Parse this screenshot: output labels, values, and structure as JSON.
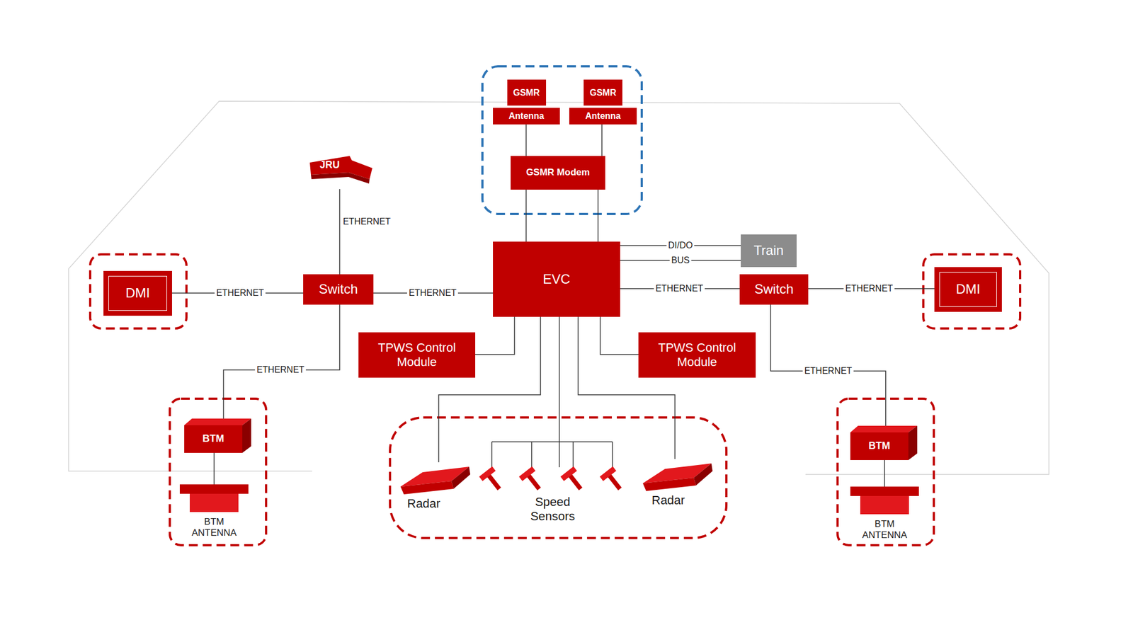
{
  "diagram": {
    "nodes": [
      {
        "text": [
          "GSMR",
          "Antenna"
        ]
      },
      {
        "text": [
          "GSMR",
          "Antenna"
        ]
      },
      {
        "text": [
          "GSMR Modem"
        ]
      },
      {
        "text": [
          "JRU"
        ]
      },
      {
        "text": [
          "DMI"
        ]
      },
      {
        "text": [
          "Switch"
        ]
      },
      {
        "text": [
          "EVC"
        ]
      },
      {
        "text": [
          "Train"
        ]
      },
      {
        "text": [
          "Switch"
        ]
      },
      {
        "text": [
          "DMI"
        ]
      },
      {
        "text": [
          "TPWS Control Module"
        ]
      },
      {
        "text": [
          "TPWS Control Module"
        ]
      },
      {
        "text": [
          "BTM"
        ]
      },
      {
        "text": [
          "BTM ANTENNA"
        ]
      },
      {
        "text": [
          "Radar"
        ]
      },
      {
        "text": [
          "Speed Sensors"
        ]
      },
      {
        "text": [
          "Radar"
        ]
      },
      {
        "text": [
          "BTM"
        ]
      },
      {
        "text": [
          "BTM ANTENNA"
        ]
      }
    ],
    "edges": [
      {
        "from": 0,
        "to": 2,
        "arrow": "none"
      },
      {
        "from": 1,
        "to": 2,
        "arrow": "none"
      },
      {
        "from": 2,
        "to": 6,
        "arrow": "none"
      },
      {
        "from": 2,
        "to": 6,
        "arrow": "none"
      },
      {
        "from": 3,
        "to": 5,
        "label": "ETHERNET",
        "arrow": "none"
      },
      {
        "from": 4,
        "to": 5,
        "label": "ETHERNET",
        "arrow": "none"
      },
      {
        "from": 5,
        "to": 6,
        "label": "ETHERNET",
        "arrow": "none"
      },
      {
        "from": 5,
        "to": 12,
        "label": "ETHERNET",
        "arrow": "none"
      },
      {
        "from": 6,
        "to": 7,
        "label": "DI/DO",
        "arrow": "none"
      },
      {
        "from": 6,
        "to": 7,
        "label": "BUS",
        "arrow": "none"
      },
      {
        "from": 6,
        "to": 8,
        "label": "ETHERNET",
        "arrow": "none"
      },
      {
        "from": 8,
        "to": 9,
        "label": "ETHERNET",
        "arrow": "none"
      },
      {
        "from": 8,
        "to": 17,
        "label": "ETHERNET",
        "arrow": "none"
      },
      {
        "from": 6,
        "to": 10,
        "arrow": "none"
      },
      {
        "from": 6,
        "to": 11,
        "arrow": "none"
      },
      {
        "from": 6,
        "to": 14,
        "arrow": "none"
      },
      {
        "from": 6,
        "to": 15,
        "arrow": "none"
      },
      {
        "from": 6,
        "to": 16,
        "arrow": "none"
      },
      {
        "from": 12,
        "to": 13,
        "arrow": "none"
      },
      {
        "from": 17,
        "to": 18,
        "arrow": "none"
      }
    ]
  }
}
